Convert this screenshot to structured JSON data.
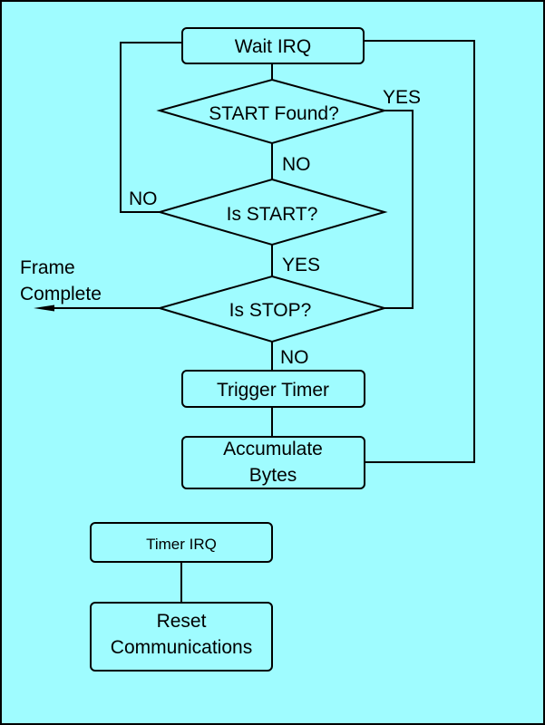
{
  "colors": {
    "background": "#9ffcff",
    "stroke": "#000000"
  },
  "nodes": {
    "wait_irq": "Wait IRQ",
    "start_found": "START Found?",
    "is_start": "Is START?",
    "is_stop": "Is STOP?",
    "trigger_timer": "Trigger Timer",
    "accumulate_bytes": [
      "Accumulate",
      "Bytes"
    ],
    "timer_irq": "Timer IRQ",
    "reset_communications": [
      "Reset",
      "Communications"
    ]
  },
  "edge_labels": {
    "start_found_yes": "YES",
    "start_found_no": "NO",
    "is_start_no": "NO",
    "is_start_yes": "YES",
    "is_stop_no": "NO",
    "frame_complete": [
      "Frame",
      "Complete"
    ]
  }
}
